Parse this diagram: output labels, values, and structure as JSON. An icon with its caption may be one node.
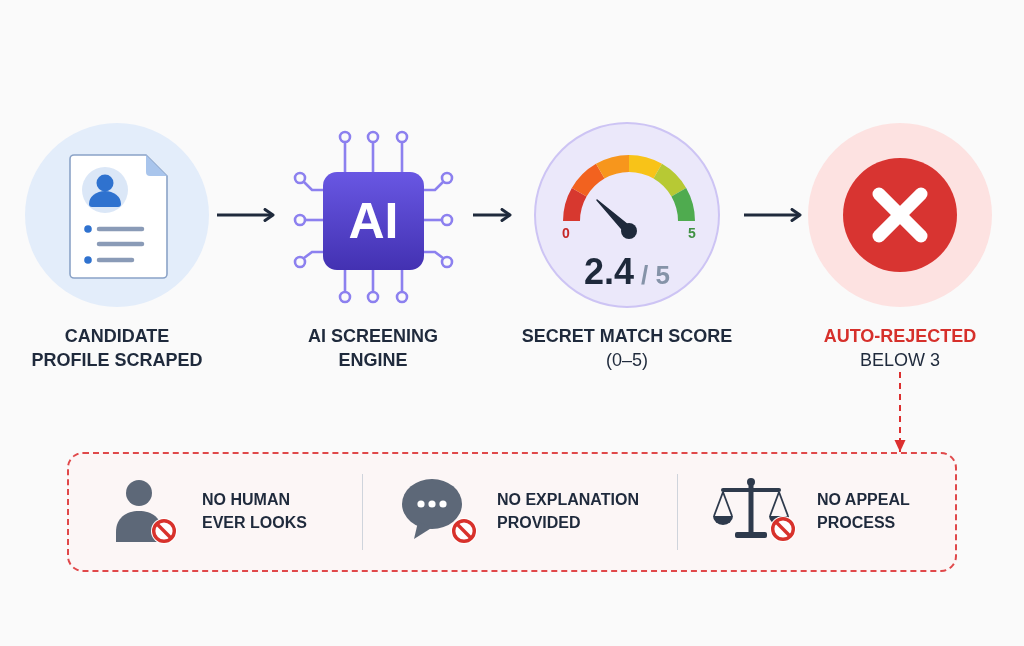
{
  "diagram": {
    "nodes": [
      {
        "text": [
          "CANDIDATE PROFILE SCRAPED"
        ]
      },
      {
        "text": [
          "AI",
          "AI SCREENING ENGINE"
        ]
      },
      {
        "text": [
          "0",
          "5",
          "2.4",
          "/ 5",
          "SECRET MATCH SCORE",
          "(0–5)"
        ]
      },
      {
        "text": [
          "AUTO-REJECTED",
          "BELOW 3"
        ]
      },
      {
        "text": [
          "NO HUMAN EVER LOOKS",
          "NO EXPLANATION PROVIDED",
          "NO APPEAL PROCESS"
        ]
      }
    ],
    "edges": [
      {
        "from": 0,
        "to": 1,
        "arrow": "to"
      },
      {
        "from": 1,
        "to": 2,
        "arrow": "to"
      },
      {
        "from": 2,
        "to": 3,
        "arrow": "to"
      },
      {
        "from": 3,
        "to": 4,
        "arrow": "to",
        "style": "dashed",
        "color": "#dc2f2f"
      }
    ]
  }
}
